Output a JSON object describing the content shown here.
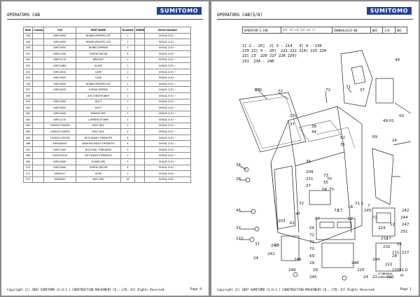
{
  "left_page": {
    "logo": "SUMITOMO",
    "title": "OPERATORS CAB",
    "columns": [
      "Item",
      "Compo.",
      "P/N",
      "PART NAME",
      "Quantity",
      "AMEND TION",
      "Serial Number"
    ],
    "rows": [
      [
        "248",
        "",
        "KHR15000",
        "BOARD-PRINTED CKT",
        "1",
        "",
        "SH0LD-1101 ~"
      ],
      [
        "249",
        "",
        "KHR15000",
        "BOARD-PRINTED CKT",
        "1",
        "",
        "SH0LD-1101 ~"
      ],
      [
        "250",
        "",
        "KHR15000",
        "BOARD,TAPPING",
        "1",
        "",
        "SH0LD-1101 ~"
      ],
      [
        "251",
        "",
        "KHR11434",
        "SCREW,TAP,ND",
        "4",
        "",
        "SH0LD-1101 ~"
      ],
      [
        "252",
        "",
        "KHR15170",
        "BRACKET",
        "1",
        "",
        "SH0LD-1101 ~"
      ],
      [
        "253",
        "",
        "KHR10480",
        "GLASS",
        "1",
        "",
        "SH0LD-1101 ~"
      ],
      [
        "254",
        "",
        "KHR15015",
        "CASE",
        "1",
        "",
        "SH0LD-1101 ~"
      ],
      [
        "255",
        "",
        "KHR15055",
        "CASE",
        "1",
        "",
        "SH0LD-1101 ~"
      ],
      [
        "256",
        "",
        "KHR15055",
        "BOARD-PRINTED CKT",
        "1",
        "",
        "SH0LD-1101 ~"
      ],
      [
        "257",
        "",
        "KHR10540",
        "SCREW,TAPPING",
        "2",
        "",
        "SH0LD-1101 ~"
      ],
      [
        "258",
        "",
        "",
        "AIR CONDITIONER",
        "1",
        "",
        "SH0LD-1101 ~"
      ],
      [
        "259",
        "",
        "KHR15000",
        "DUCT",
        "1",
        "",
        "SH0LD-1101 ~"
      ],
      [
        "260",
        "",
        "KHR15000",
        "DUCT",
        "1",
        "",
        "SH0LD-1101 ~"
      ],
      [
        "261",
        "",
        "KHR10440",
        "SENSOR,DPL",
        "1",
        "",
        "SH0LD-1101 ~"
      ],
      [
        "262",
        "",
        "KHR11219",
        "L.BRKTBOLTOMM",
        "1",
        "",
        "SH0LD-1101 ~"
      ],
      [
        "263",
        "",
        "1000012700008",
        "BOLT,HEX",
        "1",
        "",
        "SH0LD-1101 ~"
      ],
      [
        "264",
        "",
        "1000012700008",
        "BOLT,HEX",
        "4",
        "",
        "SH0LD-1101 ~"
      ],
      [
        "265",
        "",
        "1500012700758",
        "BOLT,W&SH STRENGTH",
        "4",
        "",
        "SH0LD-1101 ~"
      ],
      [
        "266",
        "",
        "KHR000000",
        "WASHER,W&SH STRENGTH",
        "4",
        "",
        "SH0LD-1101 ~"
      ],
      [
        "267",
        "",
        "KHR11000",
        "BOLT,W&L THREADED",
        "2",
        "",
        "SH0LD-1101 ~"
      ],
      [
        "268",
        "",
        "1000004310",
        "NUT,W&SH STRENGTH",
        "2",
        "",
        "SH0LD-1101 ~"
      ],
      [
        "269",
        "",
        "KHR15000",
        "GUARD,DPL",
        "1",
        "",
        "SH0LD-1101 ~"
      ],
      [
        "270",
        "",
        "KHR10440",
        "SCREW,TAP,ND",
        "4",
        "",
        "SH0LD-1101 ~"
      ],
      [
        "271",
        "",
        "KHR2057",
        "HOSE",
        "1",
        "",
        "SH0LD-1101 ~"
      ],
      [
        "272",
        "",
        "KHR0000",
        "BOLT,DPL",
        "10",
        "",
        "SH0LD-1101 ~"
      ]
    ],
    "footer": "Copyright (C) 2007 SUMITOMO (S.H.I.) CONSTRUCTION MACHINERY CO., LTD. All Rights Reserved.",
    "page_label": "Page 9"
  },
  "right_page": {
    "logo": "SUMITOMO",
    "title": "OPERATORS CAB(5/8)",
    "header": {
      "name": "OPERATOR'S CAB",
      "desc": "ｷｬﾌﾞ ｵﾍﾟﾚｰﾀ (ｴｱ ｺﾝﾃﾞｨ)",
      "code": "CNAB03L0122-00",
      "c1": "002",
      "c2": "1/8",
      "c3": "001"
    },
    "refs": "1[ 2 - 25]  2[ 3 - 214   3[ 4 - 136\n219 22[ 9 - 20]  221 222 224[ 225 220\n22[ 23  226 227 228 220]\n231  234 - 240",
    "callouts": [
      "65",
      "72",
      "72",
      "72",
      "37",
      "49",
      "50",
      "49.01",
      "24",
      "69",
      "170",
      "37",
      "38",
      "44",
      "62",
      "35",
      "34",
      "209",
      "221",
      "37",
      "34",
      "28",
      "45",
      "37",
      "222",
      "37",
      "24",
      "242",
      "23",
      "245",
      "242",
      "244",
      "247",
      "251",
      "242",
      "203",
      "71.1",
      "17",
      "18",
      "12",
      "72",
      "70",
      "72",
      "70",
      "73",
      "55",
      "54",
      "47",
      "61",
      "57",
      "54",
      "72",
      "71",
      "70",
      "69",
      "29",
      "28",
      "249",
      "246",
      "245",
      "248",
      "220",
      "24",
      "22",
      "25",
      "227",
      "28",
      "244",
      "232",
      "224",
      "231",
      "222",
      "220",
      "H",
      "7",
      "72",
      "17",
      "12",
      "210",
      "211",
      "91.0",
      "220"
    ],
    "bottom_labels": [
      "ECEMN3840",
      "EHN3575R2"
    ],
    "footer": "Copyright (C) 2007 SUMITOMO (S.H.I.) CONSTRUCTION MACHINERY CO., LTD. All Rights Reserved.",
    "page_label": "Page 1"
  }
}
